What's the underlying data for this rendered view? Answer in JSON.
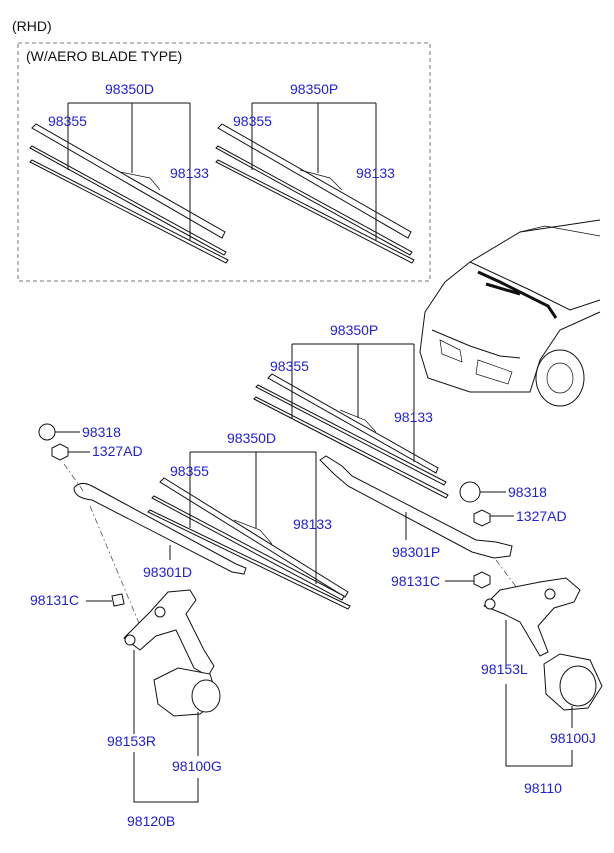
{
  "header": {
    "region": "(RHD)",
    "group_title": "(W/AERO BLADE TYPE)"
  },
  "parts": {
    "p98350D_top": "98350D",
    "p98355_top_left": "98355",
    "p98133_top_left": "98133",
    "p98350P_top": "98350P",
    "p98355_top_right": "98355",
    "p98133_top_right": "98133",
    "p98350P_main": "98350P",
    "p98355_main_right": "98355",
    "p98133_main_right": "98133",
    "p98350D_main": "98350D",
    "p98355_main_left": "98355",
    "p98133_main_left": "98133",
    "p98318_left": "98318",
    "p1327AD_left": "1327AD",
    "p98301D": "98301D",
    "p98131C_left": "98131C",
    "p98153R": "98153R",
    "p98100G": "98100G",
    "p98120B": "98120B",
    "p98318_right": "98318",
    "p1327AD_right": "1327AD",
    "p98301P": "98301P",
    "p98131C_right": "98131C",
    "p98153L": "98153L",
    "p98100J": "98100J",
    "p98110": "98110"
  }
}
